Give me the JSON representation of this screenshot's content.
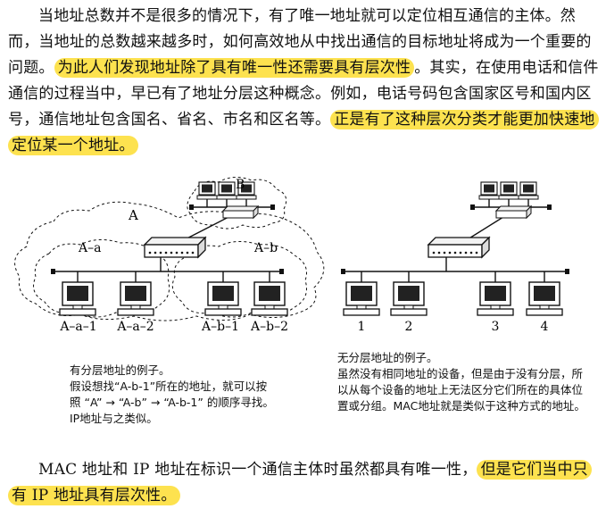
{
  "paragraph1": {
    "text_a": "当地址总数并不是很多的情况下，有了唯一地址就可以定位相互通信的主体。然而，当地址的总数越来越多时，如何高效地从中找出通信的目标地址将成为一个重要的问题。",
    "highlight_a": "为此人们发现地址除了具有唯一性还需要具有层次性",
    "text_b": "。其实，在使用电话和信件通信的过程当中，早已有了地址分层这种概念。例如，电话号码包含国家区号和国内区号，通信地址包含国名、省名、市名和区名等。",
    "highlight_b": "正是有了这种层次分类才能更加快速地定位某一个地址。"
  },
  "figure": {
    "left": {
      "label_a": "A",
      "label_b": "B",
      "label_a_a": "A–a",
      "label_a_b": "A–b",
      "hosts": [
        "A–a–1",
        "A–a–2",
        "A–b–1",
        "A–b–2"
      ],
      "caption_title": "有分层地址的例子。",
      "caption_body": "假设想找“A-b-1”所在的地址，就可以按照 “A” → “A-b” → “A-b-1” 的顺序寻找。IP地址与之类似。"
    },
    "right": {
      "hosts": [
        "1",
        "2",
        "3",
        "4"
      ],
      "caption_title": "无分层地址的例子。",
      "caption_body": "虽然没有相同地址的设备，但是由于没有分层，所以从每个设备的地址上无法区分它们所在的具体位置或分组。MAC地址就是类似于这种方式的地址。"
    }
  },
  "paragraph2": {
    "text_a": "MAC 地址和 IP 地址在标识一个通信主体时虽然都具有唯一性，",
    "highlight_a": "但是它们当中只有 IP 地址具有层次性。"
  },
  "colors": {
    "highlight": "#fde24f"
  }
}
